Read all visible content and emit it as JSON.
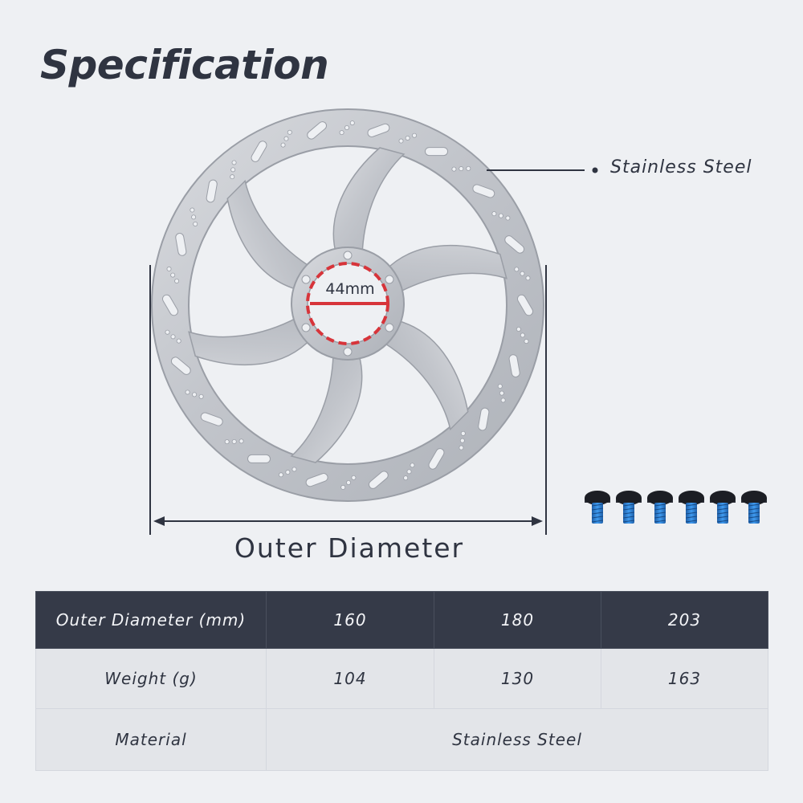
{
  "title": "Specification",
  "callout": {
    "material_label": "Stainless Steel"
  },
  "rotor": {
    "center_bore": "44mm",
    "dimension_label": "Outer Diameter"
  },
  "table": {
    "header": {
      "label": "Outer Diameter (mm)",
      "sizes": [
        "160",
        "180",
        "203"
      ]
    },
    "weight": {
      "label": "Weight (g)",
      "values": [
        "104",
        "130",
        "163"
      ]
    },
    "material": {
      "label": "Material",
      "value": "Stainless Steel"
    }
  },
  "colors": {
    "text": "#2f3441",
    "header_bg": "#353a48",
    "row_bg": "#e3e5e9",
    "bore_accent": "#d7343a",
    "bolt_thread": "#2b7fd0"
  }
}
